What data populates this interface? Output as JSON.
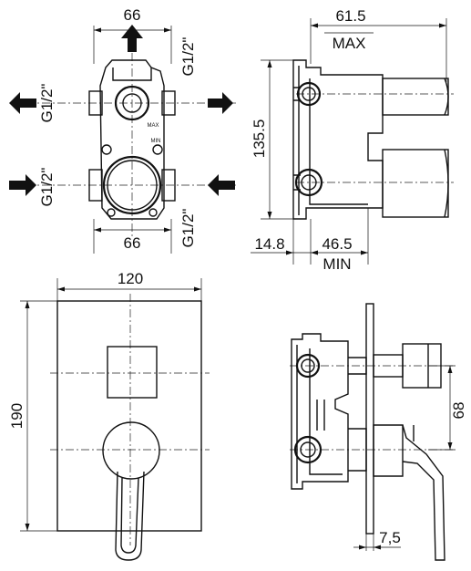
{
  "labels": {
    "top_width": "66",
    "bottom_width": "66",
    "thread_top_right": "G1/2\"",
    "thread_bottom_right": "G1/2\"",
    "thread_left_outlet": "G1/2\"",
    "thread_left_inlet": "G1/2\"",
    "depth_max_value": "61.5",
    "depth_max_word": "MAX",
    "body_height": "135.5",
    "offset_value": "14.8",
    "depth_min_value": "46.5",
    "depth_min_word": "MIN",
    "plate_width": "120",
    "plate_height": "190",
    "axis_spacing": "68",
    "plate_thickness": "7,5",
    "body_mark_max": "MAX",
    "body_mark_min": "MIN"
  }
}
